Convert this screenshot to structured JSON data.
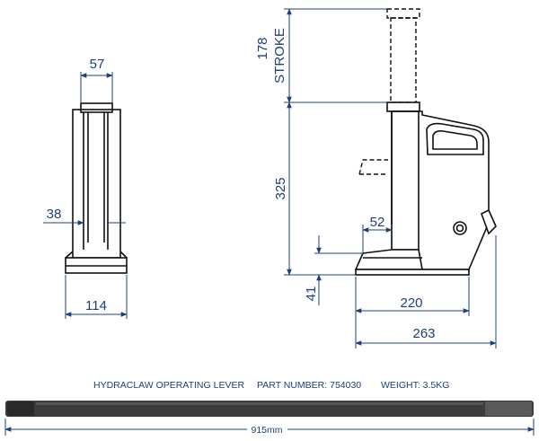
{
  "front_view": {
    "top_width": "57",
    "inner_width": "38",
    "base_width": "114"
  },
  "side_view": {
    "stroke_value": "178",
    "stroke_label": "STROKE",
    "height": "325",
    "toe_height": "41",
    "toe_length": "52",
    "base_length": "220",
    "overall_length": "263"
  },
  "lever": {
    "name": "HYDRACLAW OPERATING LEVER",
    "part_number": "PART NUMBER: 754030",
    "weight": "WEIGHT: 3.5KG",
    "length": "915mm"
  },
  "colors": {
    "dimension": "#1f3f7a",
    "outline": "#111111",
    "lever_body": "#3c3c3c"
  }
}
